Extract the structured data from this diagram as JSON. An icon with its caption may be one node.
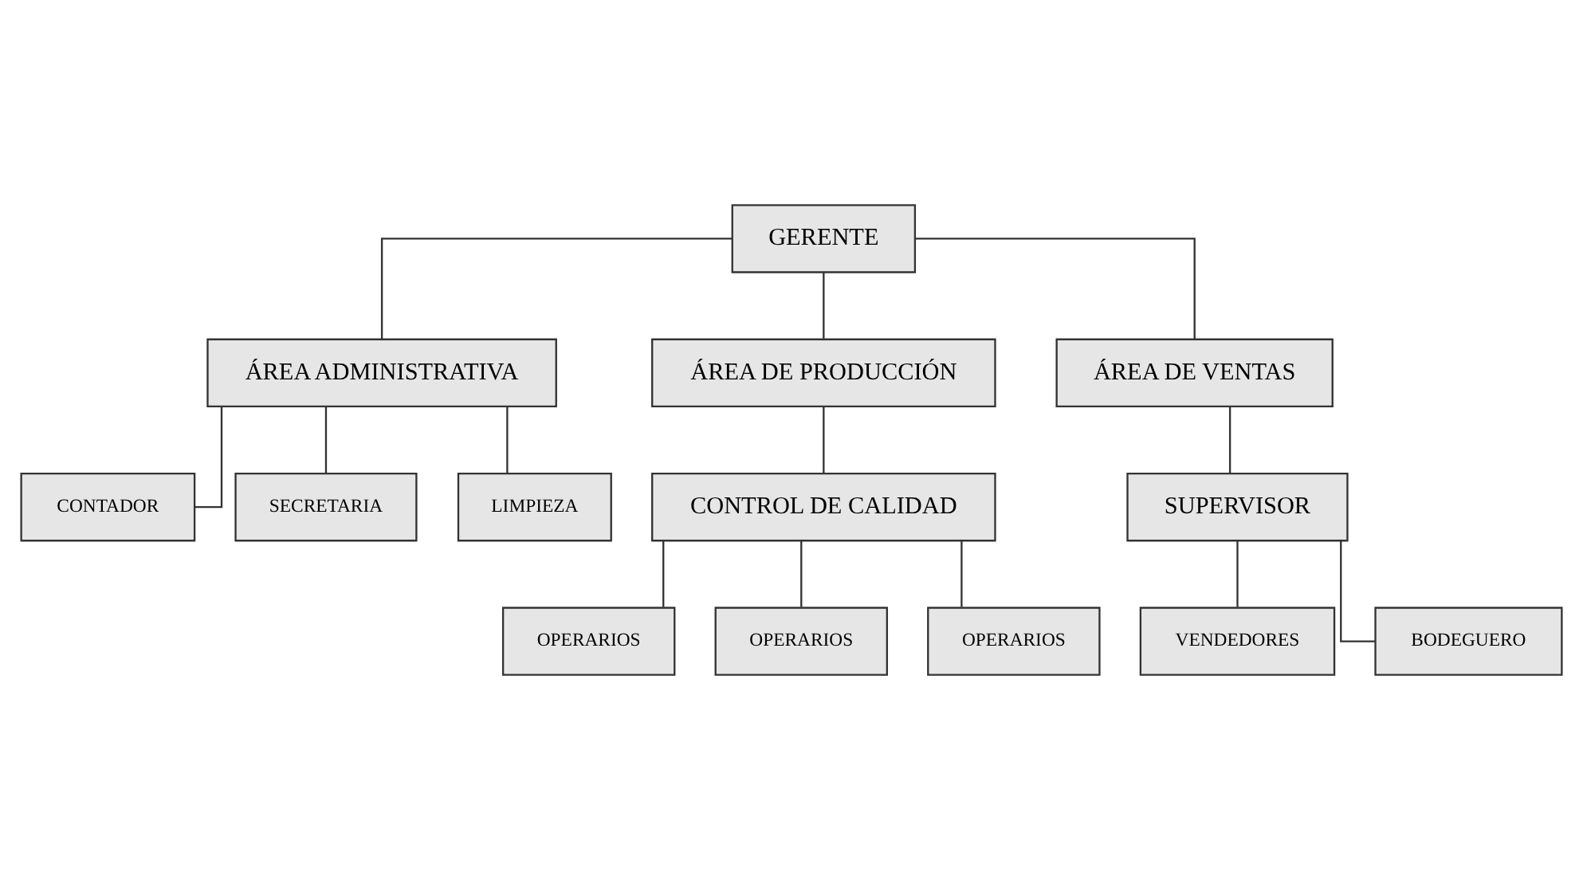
{
  "diagram": {
    "nodes": [
      {
        "text": [
          "GERENTE"
        ]
      },
      {
        "text": [
          "ÁREA ADMINISTRATIVA"
        ]
      },
      {
        "text": [
          "ÁREA DE PRODUCCIÓN"
        ]
      },
      {
        "text": [
          "ÁREA DE VENTAS"
        ]
      },
      {
        "text": [
          "CONTADOR"
        ]
      },
      {
        "text": [
          "SECRETARIA"
        ]
      },
      {
        "text": [
          "LIMPIEZA"
        ]
      },
      {
        "text": [
          "CONTROL DE CALIDAD"
        ]
      },
      {
        "text": [
          "OPERARIOS"
        ]
      },
      {
        "text": [
          "OPERARIOS"
        ]
      },
      {
        "text": [
          "OPERARIOS"
        ]
      },
      {
        "text": [
          "SUPERVISOR"
        ]
      },
      {
        "text": [
          "VENDEDORES"
        ]
      },
      {
        "text": [
          "BODEGUERO"
        ]
      }
    ],
    "edges": [
      {
        "from": 0,
        "to": 1,
        "arrow": "none"
      },
      {
        "from": 0,
        "to": 2,
        "arrow": "none"
      },
      {
        "from": 0,
        "to": 3,
        "arrow": "none"
      },
      {
        "from": 1,
        "to": 4,
        "arrow": "none"
      },
      {
        "from": 1,
        "to": 5,
        "arrow": "none"
      },
      {
        "from": 1,
        "to": 6,
        "arrow": "none"
      },
      {
        "from": 2,
        "to": 7,
        "arrow": "none"
      },
      {
        "from": 7,
        "to": 8,
        "arrow": "none"
      },
      {
        "from": 7,
        "to": 9,
        "arrow": "none"
      },
      {
        "from": 7,
        "to": 10,
        "arrow": "none"
      },
      {
        "from": 3,
        "to": 11,
        "arrow": "none"
      },
      {
        "from": 11,
        "to": 12,
        "arrow": "none"
      },
      {
        "from": 11,
        "to": 13,
        "arrow": "none"
      }
    ]
  }
}
